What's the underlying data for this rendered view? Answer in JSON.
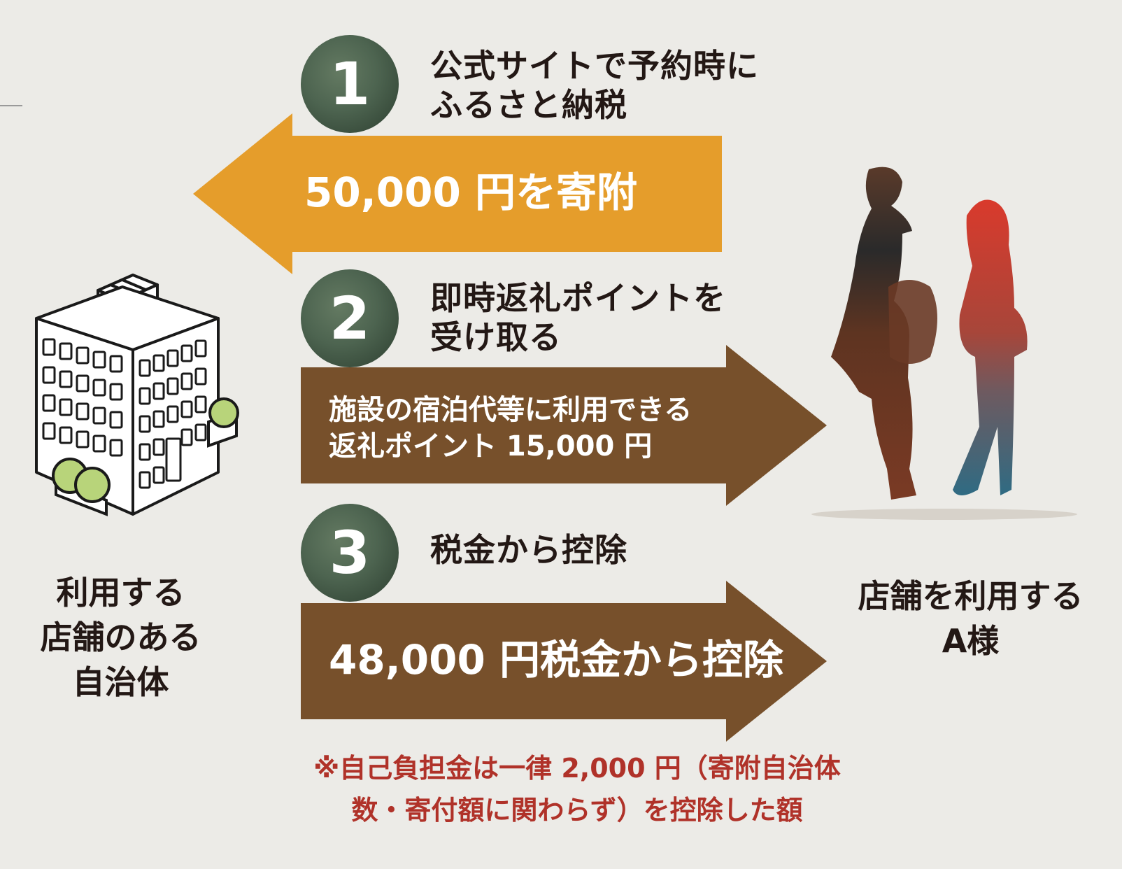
{
  "steps": [
    {
      "number": "1",
      "text": [
        "公式サイトで予約時に",
        "ふるさと納税"
      ],
      "arrow_text": [
        "50,000 円を寄附"
      ]
    },
    {
      "number": "2",
      "text": [
        "即時返礼ポイントを",
        "受け取る"
      ],
      "arrow_text": [
        "施設の宿泊代等に利用できる",
        "返礼ポイント 15,000 円"
      ]
    },
    {
      "number": "3",
      "text": [
        "税金から控除"
      ],
      "arrow_text": [
        "48,000 円税金から控除"
      ]
    }
  ],
  "left_label": [
    "利用する",
    "店舗のある",
    "自治体"
  ],
  "right_label": [
    "店舗を利用する",
    "A様"
  ],
  "note": [
    "※自己負担金は一律 2,000 円（寄附自治体",
    "数・寄付額に関わらず）を控除した額"
  ],
  "colors": {
    "background": "#ecebe7",
    "orange": "#e59d2b",
    "brown": "#77502b",
    "green": "#4d6450",
    "note_red": "#b03229"
  }
}
